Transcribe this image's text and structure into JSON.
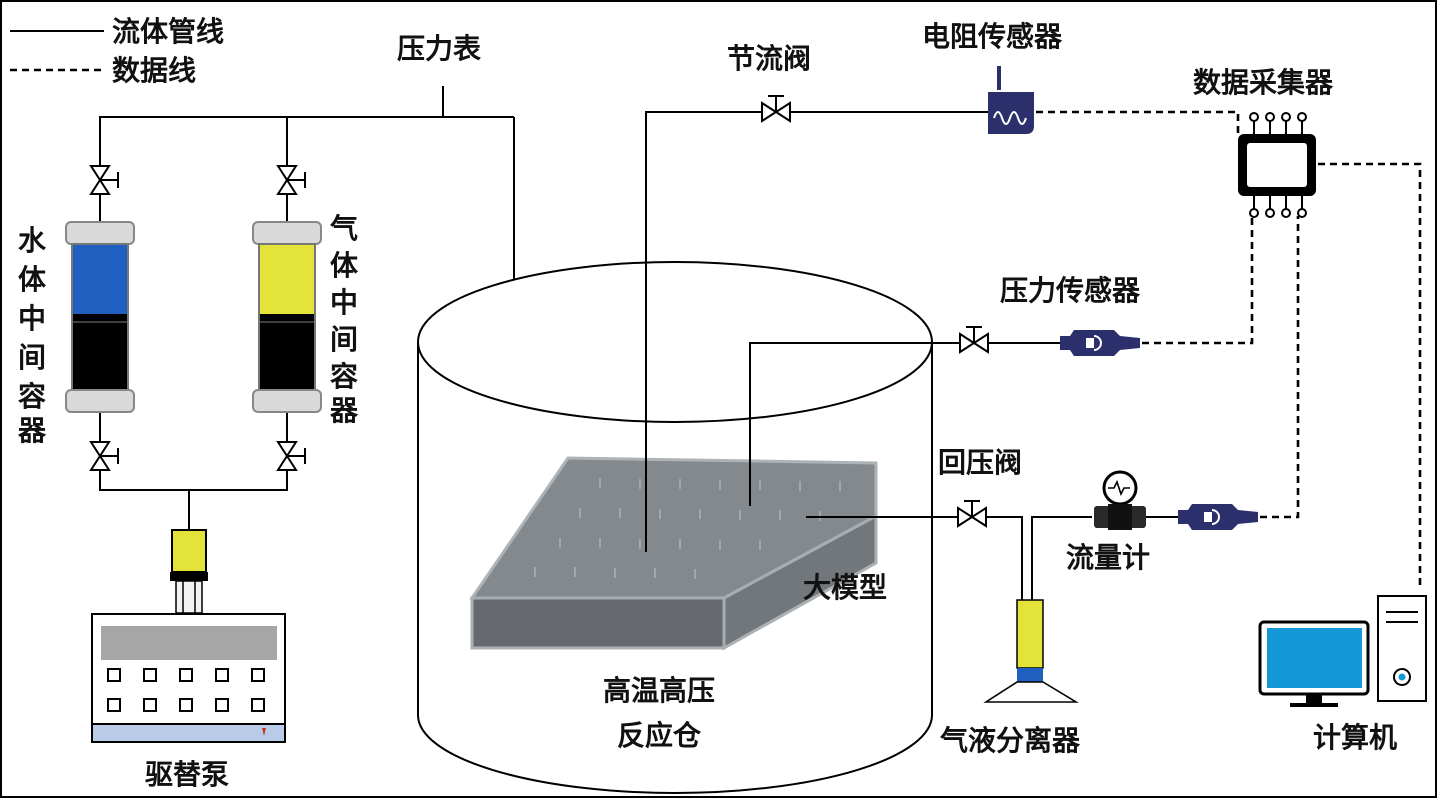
{
  "legend": {
    "fluid_line": "流体管线",
    "data_line": "数据线"
  },
  "labels": {
    "pressure_gauge": "压力表",
    "throttle_valve": "节流阀",
    "resistance_sensor": "电阻传感器",
    "data_acquisition": "数据采集器",
    "pressure_sensor": "压力传感器",
    "back_pressure_valve": "回压阀",
    "flow_meter": "流量计",
    "big_model": "大模型",
    "reactor_line1": "高温高压",
    "reactor_line2": "反应仓",
    "separator": "气液分离器",
    "computer": "计算机",
    "pump": "驱替泵",
    "water_container": [
      "水",
      "体",
      "中",
      "间",
      "容",
      "器"
    ],
    "gas_container": [
      "气",
      "体",
      "中",
      "间",
      "容",
      "器"
    ]
  },
  "colors": {
    "water_fluid": "#1f5fbf",
    "gas_fluid": "#e3e33a",
    "piston": "#000000",
    "model_fill": "#6e7378",
    "sensor_blue": "#2b2f6b",
    "monitor_screen": "#1598d8",
    "pump_panel": "#a6a6a6",
    "pump_base": "#b9cbe6"
  },
  "icons": {
    "valve": "two-way-valve-icon",
    "resistance_sensor": "resistance-sensor-icon",
    "pressure_sensor": "pressure-sensor-icon",
    "flow_meter": "flow-meter-icon",
    "daq": "chip-icon",
    "computer": "desktop-computer-icon",
    "pump": "displacement-pump-icon"
  }
}
